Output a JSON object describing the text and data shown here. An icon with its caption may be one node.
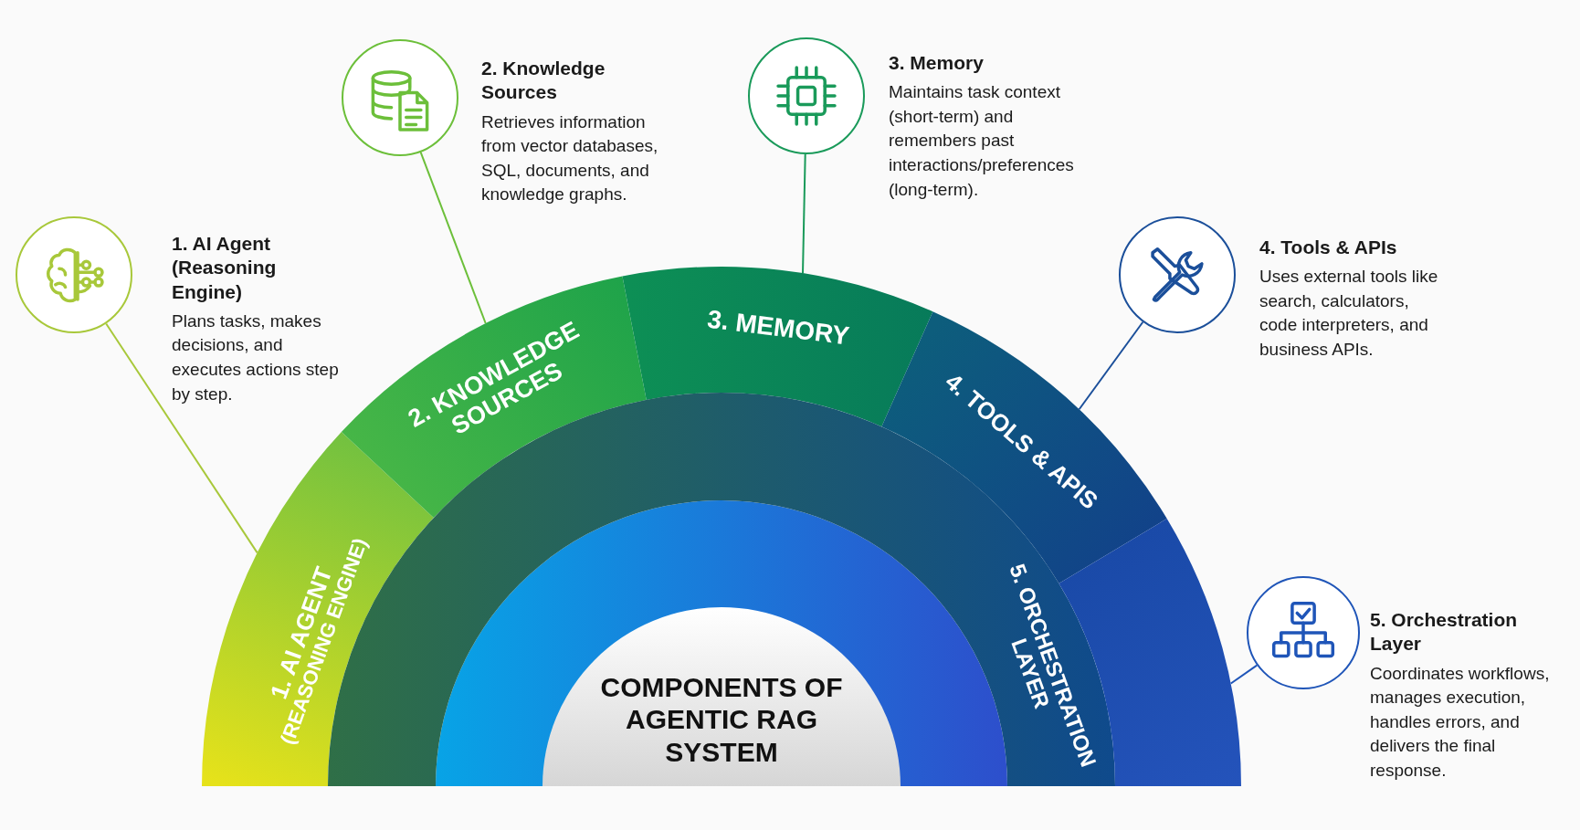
{
  "diagram": {
    "nodes": [
      {
        "text": [
          "COMPONENTS OF AGENTIC RAG SYSTEM"
        ]
      },
      {
        "text": [
          "1. AI AGENT",
          "(REASONING ENGINE)"
        ]
      },
      {
        "text": [
          "2. KNOWLEDGE SOURCES"
        ]
      },
      {
        "text": [
          "3. MEMORY"
        ]
      },
      {
        "text": [
          "4. TOOLS & APIS"
        ]
      },
      {
        "text": [
          "5. ORCHESTRATION LAYER"
        ]
      },
      {
        "text": [],
        "shape": "band"
      },
      {
        "text": [
          "1. AI Agent (Reasoning Engine)",
          "Plans tasks, makes decisions, and executes actions step by step."
        ]
      },
      {
        "text": [
          "2. Knowledge Sources",
          "Retrieves information from vector databases, SQL, documents, and knowledge graphs."
        ]
      },
      {
        "text": [
          "3. Memory",
          "Maintains task context (short-term) and remembers past interactions/preferences (long-term)."
        ]
      },
      {
        "text": [
          "4. Tools & APIs",
          "Uses external tools like search, calculators, code interpreters, and business APIs."
        ]
      },
      {
        "text": [
          "5. Orchestration Layer",
          "Coordinates workflows, manages execution, handles errors, and delivers the final response."
        ]
      }
    ],
    "edges": [
      {
        "from": 7,
        "to": 1,
        "arrow": "none",
        "color": "#a8c83a"
      },
      {
        "from": 8,
        "to": 2,
        "arrow": "none",
        "color": "#6cbf3a"
      },
      {
        "from": 9,
        "to": 3,
        "arrow": "none",
        "color": "#1a9a5a"
      },
      {
        "from": 10,
        "to": 4,
        "arrow": "none",
        "color": "#1b4f9a"
      },
      {
        "from": 11,
        "to": 6,
        "arrow": "none",
        "color": "#1f55b8"
      }
    ]
  }
}
